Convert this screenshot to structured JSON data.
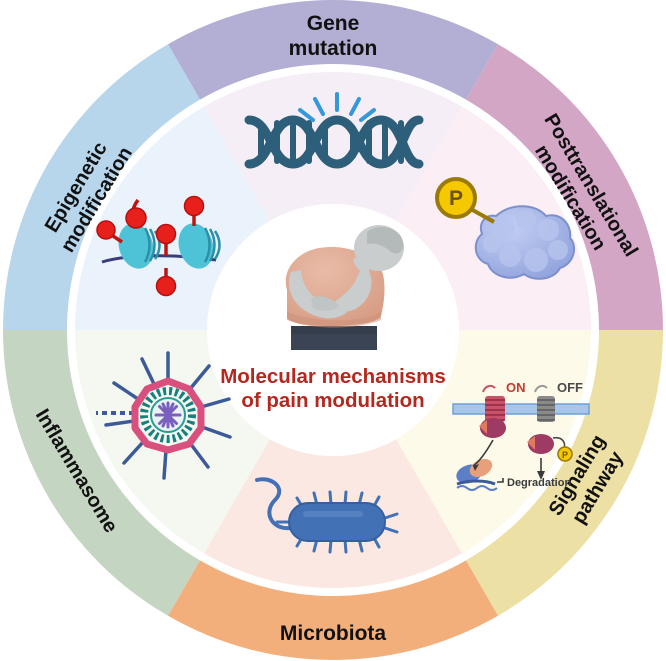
{
  "figure": {
    "center_title_line1": "Molecular mechanisms",
    "center_title_line2": "of pain modulation",
    "center_title_color": "#B4281F",
    "center_icon": "person-in-abdominal-pain",
    "background": "#FFFFFF"
  },
  "segments": [
    {
      "id": "gene-mutation",
      "label_line1": "Gene",
      "label_line2": "mutation",
      "band_color": "#B3AED4",
      "inner_color": "#F6EEF6",
      "icon": "dna-double-helix-mutation-icon",
      "position": "top"
    },
    {
      "id": "posttranslational-modification",
      "label_line1": "Posttranslational",
      "label_line2": "modification",
      "band_color": "#D3A6C6",
      "inner_color": "#FBEEF4",
      "icon": "phosphorylated-protein-icon",
      "position": "upper-right"
    },
    {
      "id": "signaling-pathway",
      "label_line1": "Signaling",
      "label_line2": "pathway",
      "band_color": "#EDE0A5",
      "inner_color": "#FDFAEA",
      "icon": "receptor-signaling-icon",
      "position": "lower-right"
    },
    {
      "id": "microbiota",
      "label_line1": "Microbiota",
      "label_line2": "",
      "band_color": "#F2AF7C",
      "inner_color": "#FBE8E2",
      "icon": "flagellated-bacterium-icon",
      "position": "bottom"
    },
    {
      "id": "inflammasome",
      "label_line1": "Inflammasome",
      "label_line2": "",
      "band_color": "#C4D5C1",
      "inner_color": "#F4F8F0",
      "icon": "inflammasome-complex-icon",
      "position": "lower-left"
    },
    {
      "id": "epigenetic-modification",
      "label_line1": "Epigenetic",
      "label_line2": "modification",
      "band_color": "#B7D6EC",
      "inner_color": "#EAF2FC",
      "icon": "histone-methylation-icon",
      "position": "upper-left"
    }
  ],
  "signaling_icon_labels": {
    "on": "ON",
    "off": "OFF",
    "degradation": "Degradation",
    "on_color": "#C23B2E",
    "off_color": "#4A4A4A",
    "degradation_color": "#3A3A3A"
  },
  "posttranslational_icon_labels": {
    "phosphate": "P",
    "phosphate_fill": "#F5C800",
    "phosphate_stroke": "#9A7A08",
    "protein_fill": "#A9B9E8"
  },
  "palette": {
    "dna_helix": "#2E5F7A",
    "spark": "#3498DB",
    "histone": "#4EC3D8",
    "methyl_red": "#E8201C",
    "strand_navy": "#3B3D7A",
    "bacterium": "#4271B5",
    "inflammasome_outer": "#D94F7E",
    "inflammasome_ring": "#15807C",
    "inflammasome_core": "#7B5FBF",
    "spoke": "#3D5A98",
    "skin": "#C9CDCD",
    "shirt": "#DDA58E",
    "jeans": "#3A4454"
  }
}
